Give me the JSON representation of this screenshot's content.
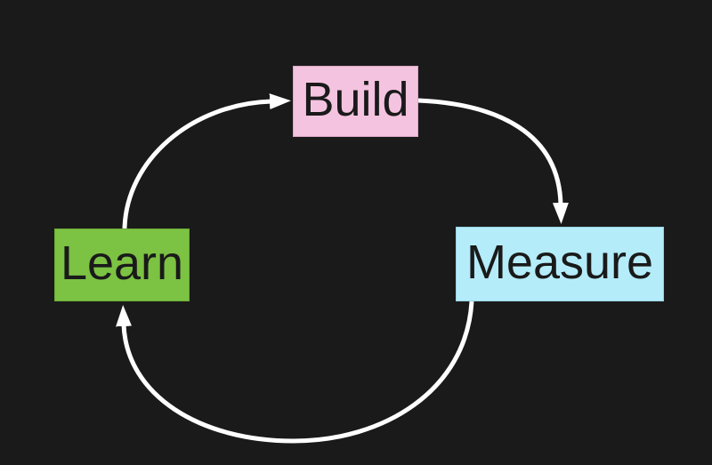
{
  "theme": {
    "background": "#1a1a1a",
    "arrow_color": "#ffffff",
    "node_text_color": "#1a1a1a"
  },
  "diagram": {
    "type": "cycle",
    "nodes": [
      {
        "id": "build",
        "label": "Build",
        "fill": "#f4c3df"
      },
      {
        "id": "measure",
        "label": "Measure",
        "fill": "#b4ecfa"
      },
      {
        "id": "learn",
        "label": "Learn",
        "fill": "#7cc243"
      }
    ],
    "edges": [
      {
        "from": "learn",
        "to": "build"
      },
      {
        "from": "build",
        "to": "measure"
      },
      {
        "from": "measure",
        "to": "learn"
      }
    ]
  }
}
